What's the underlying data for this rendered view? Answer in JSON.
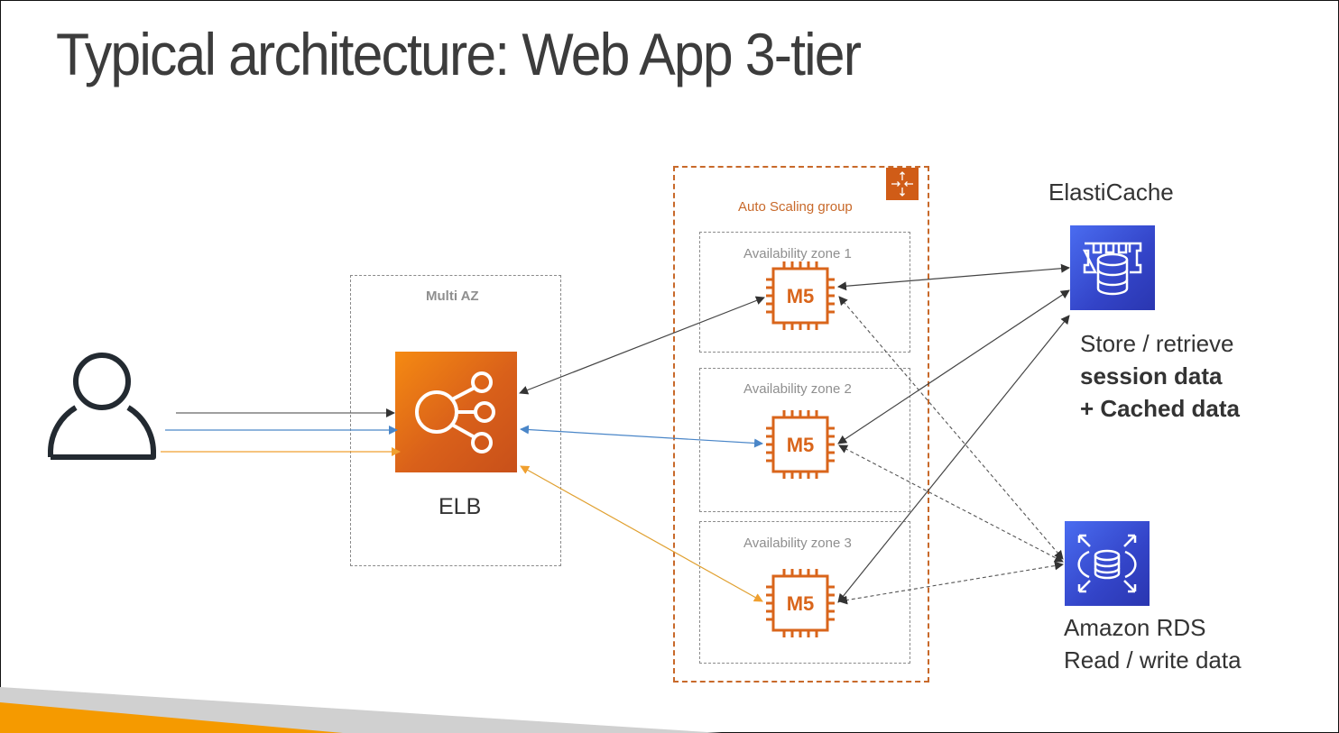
{
  "slide": {
    "title": "Typical architecture: Web App 3-tier"
  },
  "user": {
    "icon": "user-icon"
  },
  "elb": {
    "container_label": "Multi AZ",
    "label": "ELB",
    "icon": "load-balancer-icon",
    "color": "#e8701a"
  },
  "auto_scaling_group": {
    "label": "Auto Scaling group",
    "icon": "auto-scaling-icon",
    "color": "#c8692a",
    "zones": [
      {
        "label": "Availability zone 1",
        "instance": "M5"
      },
      {
        "label": "Availability zone 2",
        "instance": "M5"
      },
      {
        "label": "Availability zone 3",
        "instance": "M5"
      }
    ]
  },
  "elasticache": {
    "title": "ElastiCache",
    "icon": "elasticache-icon",
    "desc_line1": "Store / retrieve",
    "desc_line2": "session data",
    "desc_line3": "+ Cached data",
    "color": "#3344c8"
  },
  "rds": {
    "title": "Amazon RDS",
    "desc": "Read / write data",
    "icon": "rds-icon",
    "color": "#3344c8"
  },
  "connections": [
    {
      "from": "user",
      "to": "elb",
      "color": "#555555",
      "style": "solid"
    },
    {
      "from": "user",
      "to": "elb",
      "color": "#4a86c8",
      "style": "solid"
    },
    {
      "from": "user",
      "to": "elb",
      "color": "#f0a030",
      "style": "solid"
    },
    {
      "from": "elb",
      "to": "instance-az1",
      "color": "#555555",
      "style": "solid",
      "bidirectional": true
    },
    {
      "from": "elb",
      "to": "instance-az2",
      "color": "#4a86c8",
      "style": "solid",
      "bidirectional": true
    },
    {
      "from": "elb",
      "to": "instance-az3",
      "color": "#e0a030",
      "style": "solid",
      "bidirectional": true
    },
    {
      "from": "instance-az1",
      "to": "elasticache",
      "color": "#444444",
      "style": "solid",
      "bidirectional": true
    },
    {
      "from": "instance-az2",
      "to": "elasticache",
      "color": "#444444",
      "style": "solid",
      "bidirectional": true
    },
    {
      "from": "instance-az3",
      "to": "elasticache",
      "color": "#444444",
      "style": "solid",
      "bidirectional": true
    },
    {
      "from": "instance-az1",
      "to": "rds",
      "color": "#555555",
      "style": "dashed",
      "bidirectional": true
    },
    {
      "from": "instance-az2",
      "to": "rds",
      "color": "#555555",
      "style": "dashed",
      "bidirectional": true
    },
    {
      "from": "instance-az3",
      "to": "rds",
      "color": "#555555",
      "style": "dashed",
      "bidirectional": true
    }
  ],
  "footer": {
    "accent": "#f59a00",
    "band": "#d0d0d0"
  }
}
